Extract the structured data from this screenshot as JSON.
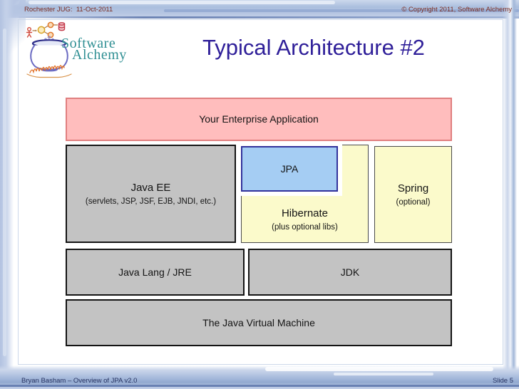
{
  "header": {
    "left_text": "Rochester JUG:  11-Oct-2011",
    "right_text": "© Copyright 2011, Software Alchemy"
  },
  "logo": {
    "line1": "Software",
    "line2": "Alchemy",
    "icon": "cauldron-icon"
  },
  "title": "Typical Architecture #2",
  "diagram": {
    "enterprise": {
      "label": "Your Enterprise Application"
    },
    "javaee": {
      "label": "Java EE",
      "sub": "(servlets, JSP, JSF, EJB, JNDI, etc.)"
    },
    "jpa": {
      "label": "JPA"
    },
    "hibernate": {
      "label": "Hibernate",
      "sub": "(plus optional libs)"
    },
    "spring": {
      "label": "Spring",
      "sub": "(optional)"
    },
    "jre": {
      "label": "Java Lang / JRE"
    },
    "jdk": {
      "label": "JDK"
    },
    "jvm": {
      "label": "The Java Virtual Machine"
    }
  },
  "footer": {
    "left_text": "Bryan Basham – Overview of JPA v2.0",
    "right_text": "Slide 5"
  },
  "colors": {
    "title_text": "#2f1f99",
    "header_text": "#7c2d21",
    "footer_text": "#273361",
    "frame_blue": "#aabede",
    "enterprise_fill": "#ffbdbd",
    "enterprise_border": "#e07f7f",
    "gray_fill": "#c3c3c3",
    "yellow_fill": "#fbfacb",
    "jpa_fill": "#a5cdf3",
    "jpa_border": "#32329b",
    "logo_text": "#2f8f93"
  }
}
